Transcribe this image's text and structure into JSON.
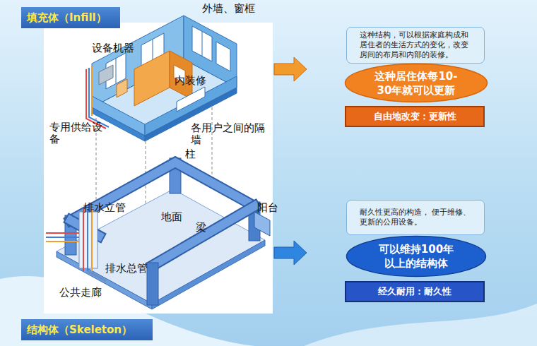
{
  "diagram": {
    "nodes": [
      {
        "text": [
          "填充体（Infill）"
        ]
      },
      {
        "text": [
          "这种结构，可以根据家庭构成和居住者的生活方式的变化，改变房间的布局和内部的装修。"
        ]
      },
      {
        "text": [
          "这种居住体每10-30年就可以更新"
        ]
      },
      {
        "text": [
          "自由地改变：更新性"
        ]
      },
      {
        "text": [
          "耐久性更高的构造， 便于维修、更新的公用设备。"
        ]
      },
      {
        "text": [
          "可以维持100年以上的结构体"
        ]
      },
      {
        "text": [
          "经久耐用：耐久性"
        ]
      },
      {
        "text": [
          "结构体（Skeleton）"
        ]
      }
    ],
    "labels": [
      "设备机器",
      "外墙、窗框",
      "内装修",
      "专用供给设备",
      "各用户之间的隔墙",
      "柱",
      "排水立管",
      "地面",
      "阳台",
      "梁",
      "排水总管",
      "公共走廊"
    ]
  }
}
